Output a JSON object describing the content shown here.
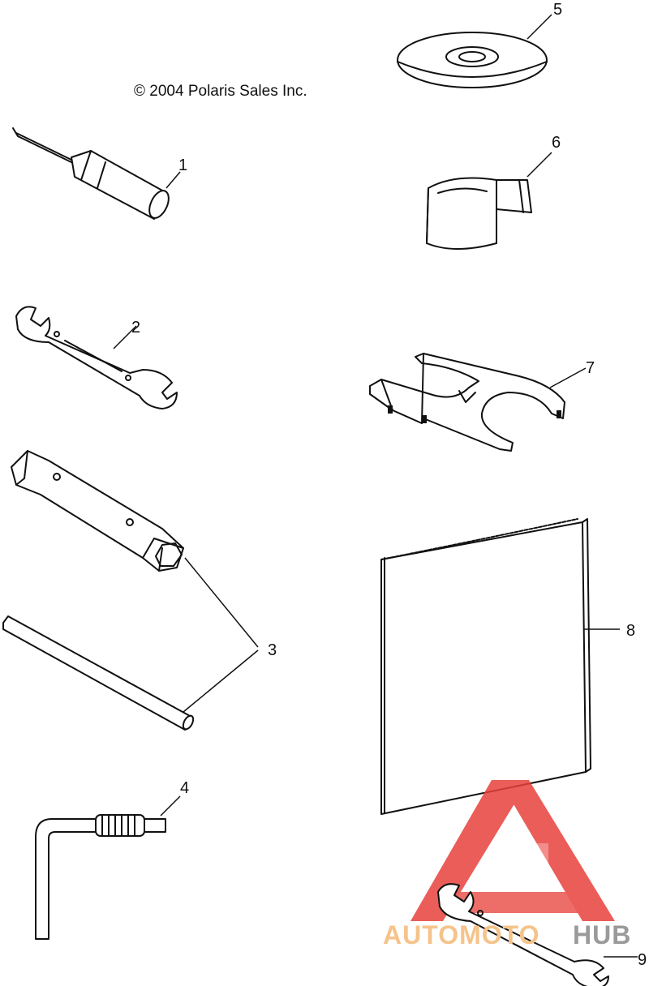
{
  "copyright": "© 2004 Polaris Sales Inc.",
  "callouts": [
    {
      "id": "1",
      "part": "screwdriver"
    },
    {
      "id": "2",
      "part": "open-end-wrench"
    },
    {
      "id": "3",
      "part": "spark-plug-socket-and-handle"
    },
    {
      "id": "4",
      "part": "hex-key"
    },
    {
      "id": "5",
      "part": "disc"
    },
    {
      "id": "6",
      "part": "strap"
    },
    {
      "id": "7",
      "part": "spanner-tool"
    },
    {
      "id": "8",
      "part": "owners-manual"
    },
    {
      "id": "9",
      "part": "small-wrench"
    }
  ],
  "watermark": {
    "part1": "AUTOMOTO",
    "part2": "HUB",
    "color_logo": "#e8413c",
    "color_text1": "#f5c38a",
    "color_text2": "#9a9a9a"
  }
}
